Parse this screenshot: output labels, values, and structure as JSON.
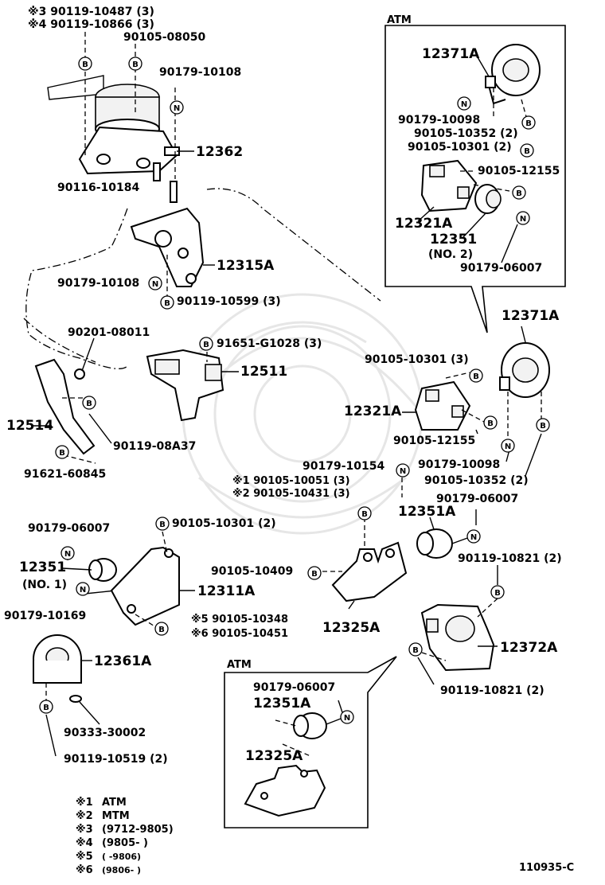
{
  "frames": {
    "atm_top": "ATM",
    "atm_bottom": "ATM"
  },
  "badges": {
    "bolt": "B",
    "nut": "N"
  },
  "labels": {
    "p_90119_10487": "※3 90119-10487 (3)",
    "p_90119_10866": "※4 90119-10866 (3)",
    "p_90105_08050": "90105-08050",
    "p_90179_10108_a": "90179-10108",
    "p_12362": "12362",
    "p_90116_10184": "90116-10184",
    "p_12315A": "12315A",
    "p_90179_10108_b": "90179-10108",
    "p_90119_10599": "90119-10599 (3)",
    "p_90201_08011": "90201-08011",
    "p_91651_G1028": "91651-G1028 (3)",
    "p_12511": "12511",
    "p_12514": "12514",
    "p_90119_08A37": "90119-08A37",
    "p_91621_60845": "91621-60845",
    "p_12371A_top": "12371A",
    "p_90179_10098_top": "90179-10098",
    "p_90105_10352_top": "90105-10352 (2)",
    "p_90105_10301_top": "90105-10301 (2)",
    "p_90105_12155_top": "90105-12155",
    "p_12321A_top": "12321A",
    "p_12351_no2": "12351",
    "p_no2": "(NO. 2)",
    "p_90179_06007_top": "90179-06007",
    "p_12371A_mid": "12371A",
    "p_90105_10301_mid": "90105-10301 (3)",
    "p_12321A_mid": "12321A",
    "p_90105_12155_mid": "90105-12155",
    "p_90179_10098_mid": "90179-10098",
    "p_90105_10352_mid": "90105-10352 (2)",
    "p_90179_10154": "90179-10154",
    "p_90105_10051": "※1 90105-10051 (3)",
    "p_90105_10431": "※2 90105-10431 (3)",
    "p_90179_06007_mid": "90179-06007",
    "p_12351A_mid": "12351A",
    "p_90119_10821_a": "90119-10821 (2)",
    "p_90105_10409": "90105-10409",
    "p_12325A_mid": "12325A",
    "p_12372A": "12372A",
    "p_90119_10821_b": "90119-10821 (2)",
    "p_90179_06007_left": "90179-06007",
    "p_90105_10301_left": "90105-10301 (2)",
    "p_12351_no1": "12351",
    "p_no1": "(NO. 1)",
    "p_12311A": "12311A",
    "p_90179_10169": "90179-10169",
    "p_90105_10348": "※5 90105-10348",
    "p_90105_10451": "※6 90105-10451",
    "p_12361A": "12361A",
    "p_90333_30002": "90333-30002",
    "p_90119_10519": "90119-10519 (2)",
    "p_90179_06007_bot": "90179-06007",
    "p_12351A_bot": "12351A",
    "p_12325A_bot": "12325A"
  },
  "legend": [
    {
      "mark": "※1",
      "text": "ATM"
    },
    {
      "mark": "※2",
      "text": "MTM"
    },
    {
      "mark": "※3",
      "text": "(9712-9805)"
    },
    {
      "mark": "※4",
      "text": "(9805-        )"
    },
    {
      "mark": "※5",
      "text": "(         -9806)"
    },
    {
      "mark": "※6",
      "text": "(9806-        )"
    }
  ],
  "diagram_id": "110935-C"
}
